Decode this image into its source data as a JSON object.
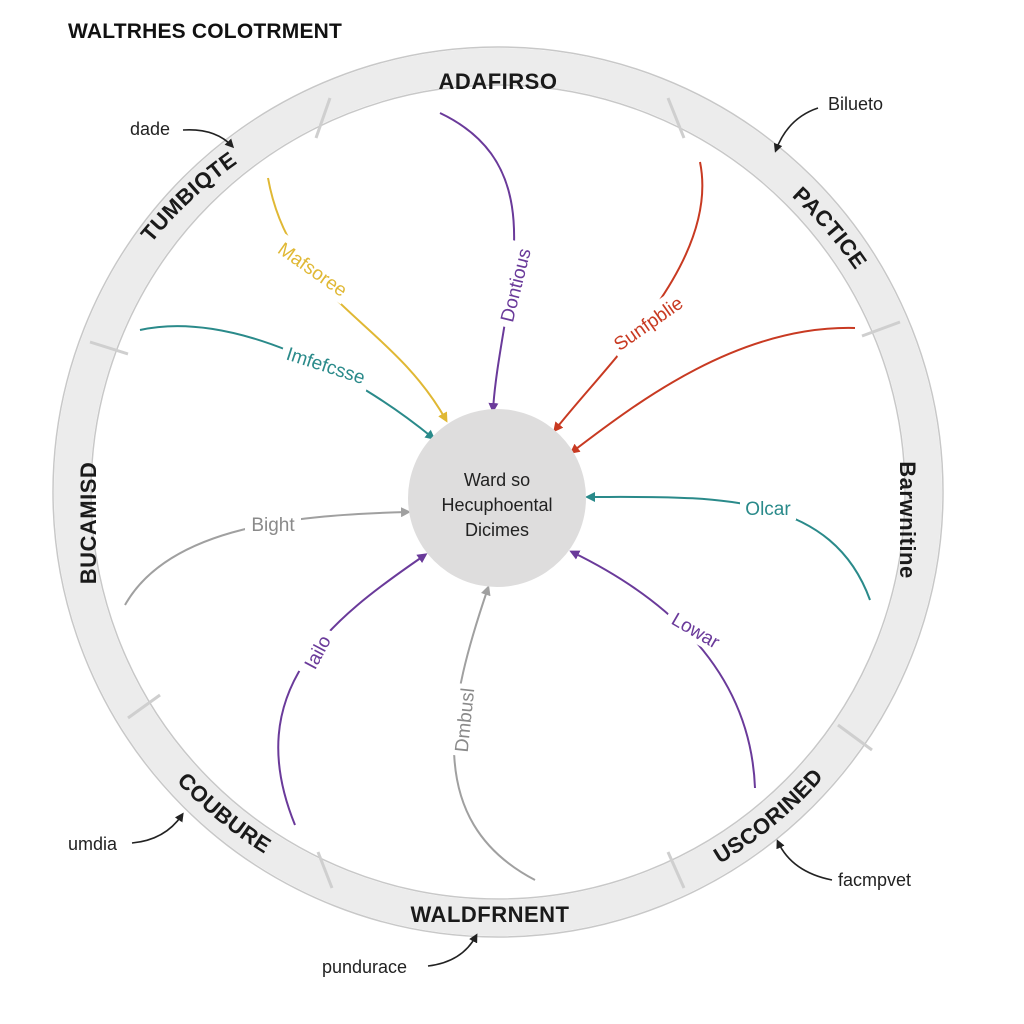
{
  "title": "WALTRHES COLOTRMENT",
  "colors": {
    "ring": "#e9e9e9",
    "ring_stroke": "#c8c8c8",
    "center_fill": "#dedddd",
    "yellow": "#e0b834",
    "purple": "#6a3a9a",
    "red": "#c83a22",
    "teal": "#2a8a8a",
    "gray": "#a0a0a0"
  },
  "ring_segments": {
    "top": "ADAFIRSO",
    "top_left": "TUMBIQTE",
    "top_right": "PACTICE",
    "left": "BUCAMISD",
    "right": "Barwnitine",
    "bottom_left": "COUBURE",
    "bottom_right": "USCORINED",
    "bottom": "WALDFRNENT"
  },
  "external_labels": {
    "top_left": "dade",
    "top_right": "Bilueto",
    "bottom_left": "umdia",
    "bottom_right": "facmpvet",
    "bottom": "pundurace"
  },
  "center": {
    "line1": "Ward so",
    "line2": "Hecuphoental",
    "line3": "Dicimes"
  },
  "connectors": {
    "yellow": "Mafsoree",
    "purple_top": "Dontious",
    "red": "Sunfpblie",
    "teal_left": "Imfefcsse",
    "gray_left": "Bight",
    "teal_right": "Olcar",
    "purple_left": "Iailo",
    "gray_bottom": "Dmbusl",
    "purple_right": "Lowar"
  }
}
